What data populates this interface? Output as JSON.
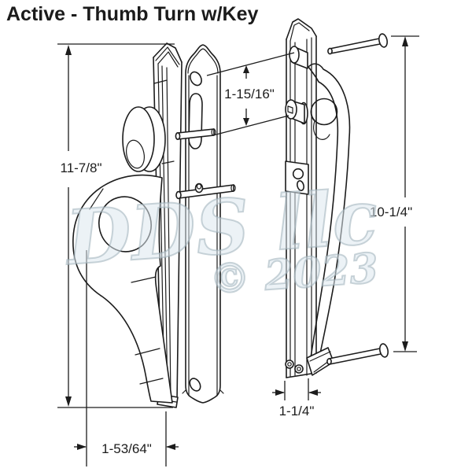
{
  "title": "Active - Thumb Turn w/Key",
  "watermark": {
    "name": "DDS llc",
    "year": "© 2023"
  },
  "dimensions": {
    "overall_height": "11-7/8\"",
    "key_to_thumbturn": "1-15/16\"",
    "screw_spacing": "10-1/4\"",
    "plate_width": "1-1/4\"",
    "handle_projection": "1-53/64\""
  },
  "colors": {
    "line": "#1c1c1c",
    "background": "#ffffff",
    "watermark_fill": "#dce8ee",
    "watermark_stroke": "#9fb0ba"
  }
}
